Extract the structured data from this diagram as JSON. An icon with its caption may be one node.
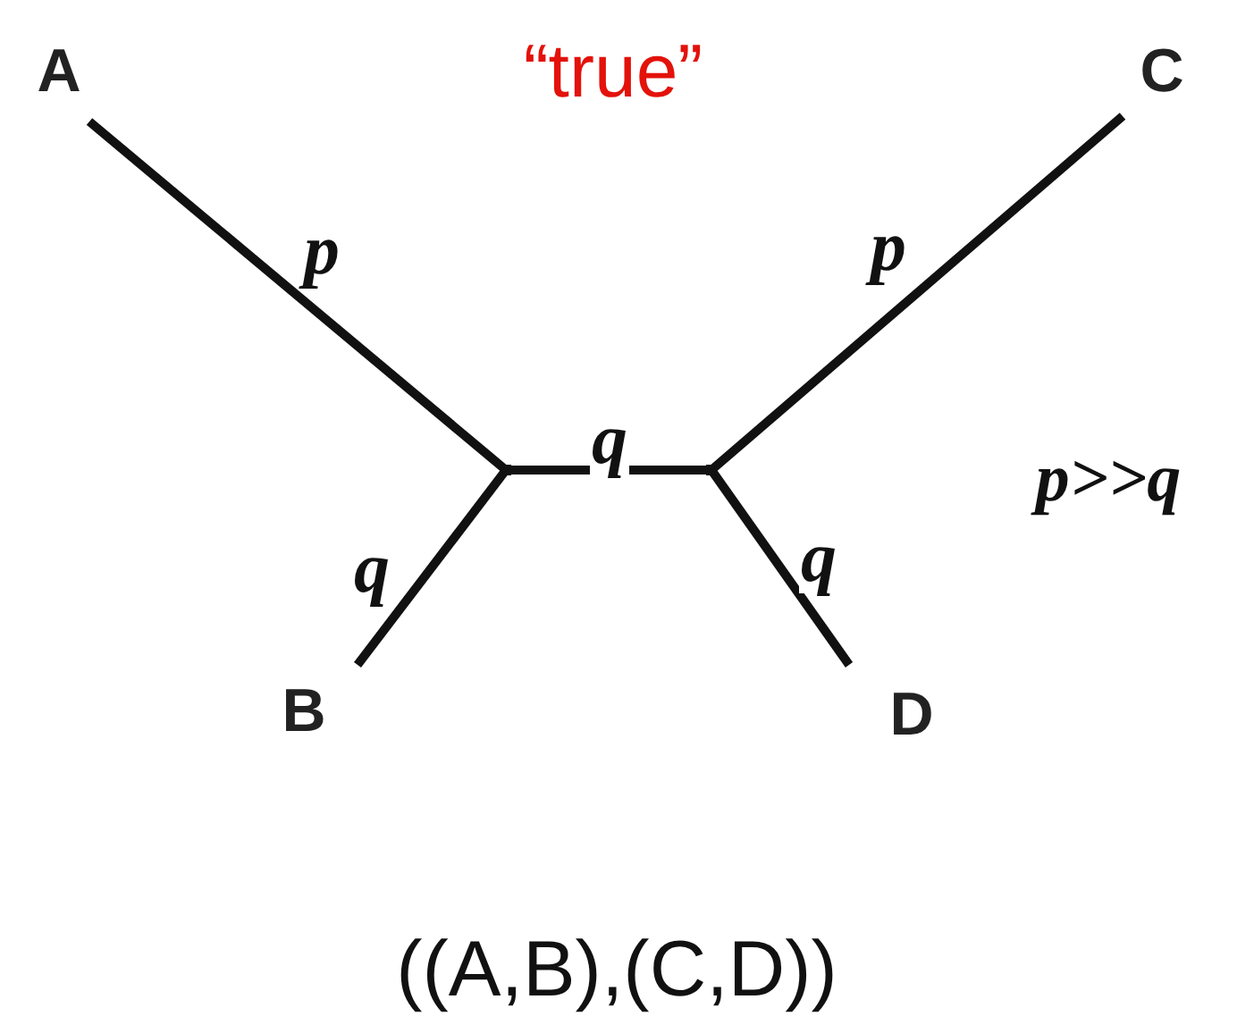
{
  "diagram": {
    "title": "“true”",
    "caption": "((A,B),(C,D))",
    "nodes": [
      {
        "text": [
          "A"
        ]
      },
      {
        "text": [
          "C"
        ]
      },
      {
        "text": [],
        "shape": "point"
      },
      {
        "text": [],
        "shape": "point"
      },
      {
        "text": [
          "B"
        ]
      },
      {
        "text": [
          "D"
        ]
      }
    ],
    "edges": [
      {
        "from": 0,
        "to": 2,
        "arrow": "none",
        "label": "p"
      },
      {
        "from": 1,
        "to": 3,
        "arrow": "none",
        "label": "p"
      },
      {
        "from": 2,
        "to": 3,
        "arrow": "none",
        "label": "q"
      },
      {
        "from": 4,
        "to": 2,
        "arrow": "none",
        "label": "q"
      },
      {
        "from": 5,
        "to": 3,
        "arrow": "none",
        "label": "q"
      }
    ],
    "labels": [
      "p>>q"
    ]
  }
}
